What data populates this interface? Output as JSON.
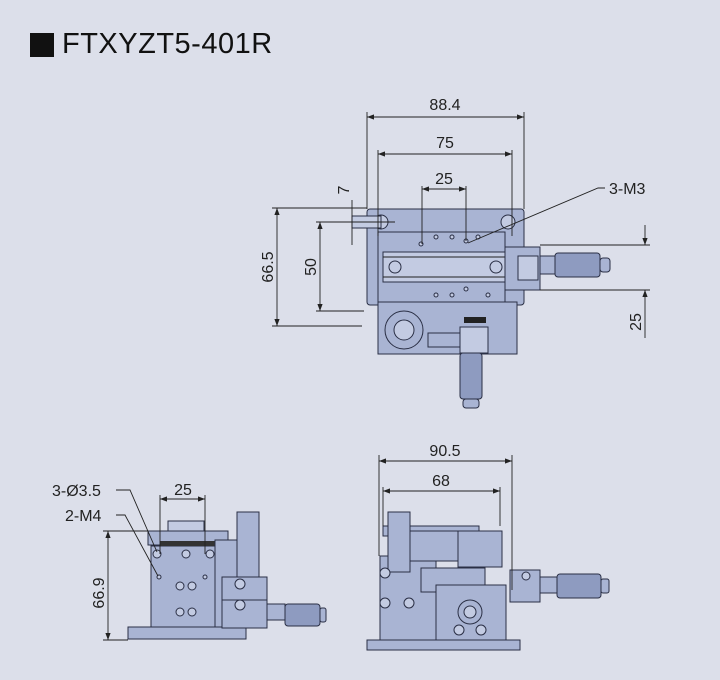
{
  "title": "FTXYZT5-401R",
  "top_view": {
    "dim_overall_width": "88.4",
    "dim_hole_spacing": "75",
    "dim_center_spacing": "25",
    "dim_slot": "7",
    "dim_overall_depth": "66.5",
    "dim_hole_depth": "50",
    "dim_micrometer_offset": "25",
    "label_tapped_holes": "3-M3"
  },
  "side_view": {
    "dim_height": "66.9",
    "dim_spacing": "25",
    "label_through_holes": "3-Ø3.5",
    "label_tapped_holes": "2-M4"
  },
  "front_view": {
    "dim_overall_width": "90.5",
    "dim_hole_spacing": "68"
  }
}
